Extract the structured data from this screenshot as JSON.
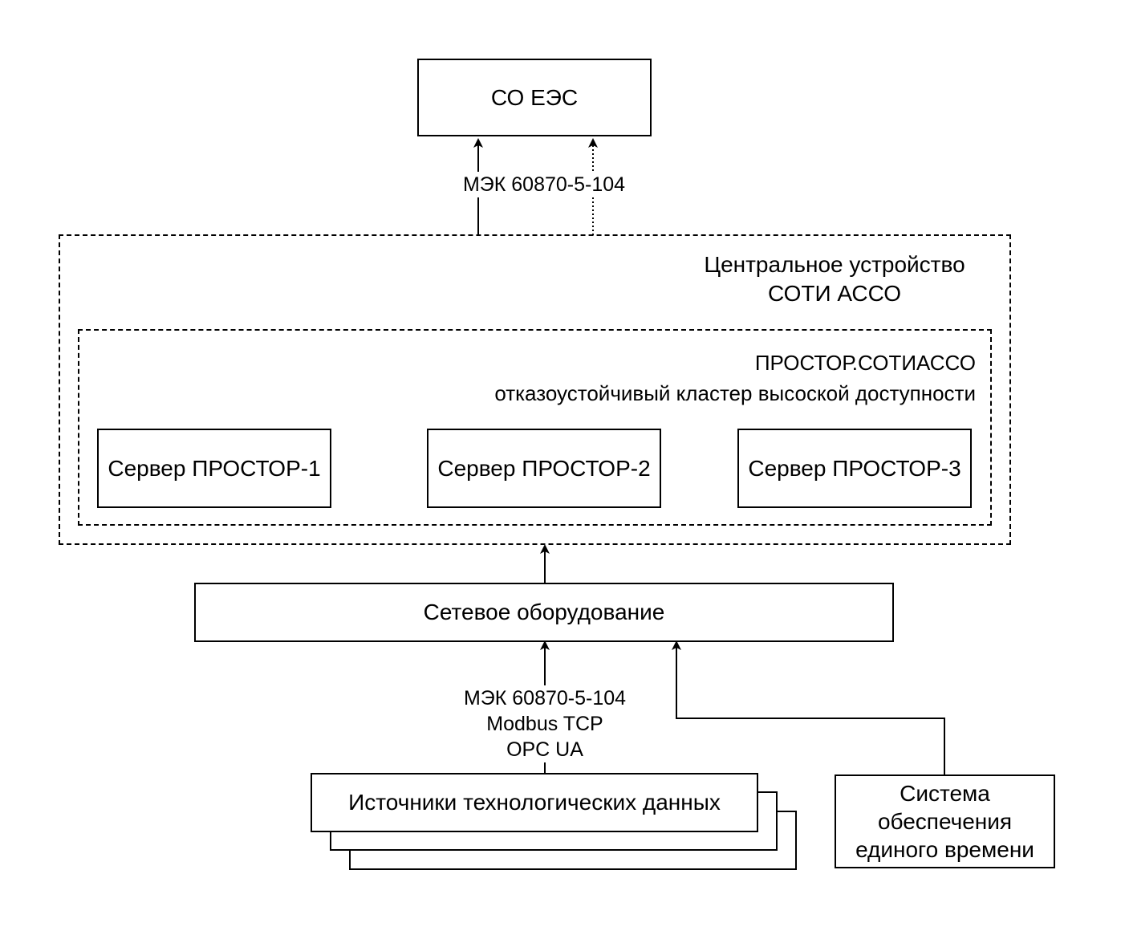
{
  "nodes": {
    "so_ees": "СО ЕЭС",
    "central_title_1": "Центральное устройство",
    "central_title_2": "СОТИ АССО",
    "cluster_title_1": "ПРОСТОР.СОТИАССО",
    "cluster_title_2": "отказоустойчивый кластер высоской доступности",
    "server_1": "Сервер ПРОСТОР-1",
    "server_2": "Сервер ПРОСТОР-2",
    "server_3": "Сервер ПРОСТОР-3",
    "network": "Сетевое оборудование",
    "sources": "Источники технологических данных",
    "time_1": "Система",
    "time_2": "обеспечения",
    "time_3": "единого времени"
  },
  "edges": {
    "top_protocol": "МЭК 60870-5-104",
    "bottom_protocol_1": "МЭК 60870-5-104",
    "bottom_protocol_2": "Modbus TCP",
    "bottom_protocol_3": "OPC UA"
  }
}
